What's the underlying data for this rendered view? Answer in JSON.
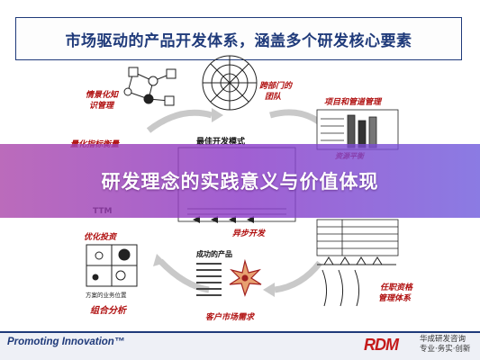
{
  "title": "市场驱动的产品开发体系，涵盖多个研发核心要素",
  "banner": "研发理念的实践意义与价值体现",
  "center": {
    "label": "最佳开发模式",
    "arrow_label": "异步开发"
  },
  "modules": {
    "scenario": "情景化知识管理",
    "cross_team": "跨部门的团队",
    "pipeline": "项目和管道管理",
    "resource_balance": "资源平衡",
    "metrics": "量化指标衡量",
    "ttm": "TTM",
    "optimize": "优化投资",
    "portfolio_caption": "方案的业务位置",
    "portfolio": "组合分析",
    "success_product": "成功的产品",
    "customer_needs": "客户市场需求",
    "career": "任职资格管理体系"
  },
  "footer": {
    "slogan": "Promoting Innovation™",
    "logo": "RDM",
    "company_line1": "华成研发咨询",
    "company_line2": "专业·务实·创新"
  },
  "colors": {
    "title": "#1f3a7a",
    "label_red": "#b01010",
    "logo_red": "#c41a1a"
  }
}
